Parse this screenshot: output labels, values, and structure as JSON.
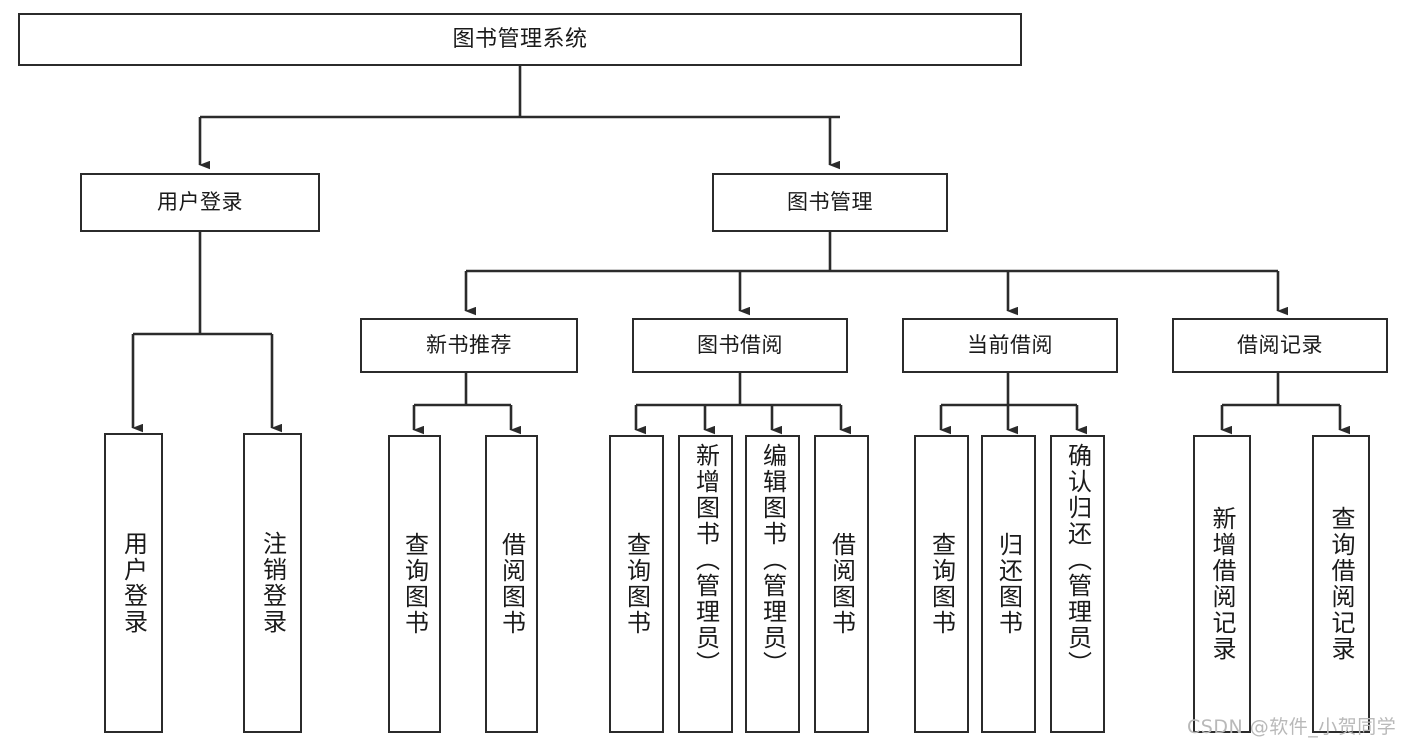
{
  "diagram": {
    "type": "tree",
    "title": "图书管理系统",
    "watermark": "CSDN @软件_小贺同学",
    "style": {
      "stroke": "#2b2b2b",
      "fill": "#ffffff",
      "text": "#1a1a1a",
      "watermark_color": "#b9b9b9"
    },
    "root": {
      "label": "图书管理系统"
    },
    "level2": [
      {
        "label": "用户登录"
      },
      {
        "label": "图书管理"
      }
    ],
    "level3": [
      {
        "label": "新书推荐"
      },
      {
        "label": "图书借阅"
      },
      {
        "label": "当前借阅"
      },
      {
        "label": "借阅记录"
      }
    ],
    "leaves": {
      "user_login": [
        {
          "label": "用户登录"
        },
        {
          "label": "注销登录"
        }
      ],
      "new_book": [
        {
          "label": "查询图书"
        },
        {
          "label": "借阅图书"
        }
      ],
      "borrow": [
        {
          "label": "查询图书"
        },
        {
          "label": "新增图书（管理员）"
        },
        {
          "label": "编辑图书（管理员）"
        },
        {
          "label": "借阅图书"
        }
      ],
      "current": [
        {
          "label": "查询图书"
        },
        {
          "label": "归还图书"
        },
        {
          "label": "确认归还（管理员）"
        }
      ],
      "records": [
        {
          "label": "新增借阅记录"
        },
        {
          "label": "查询借阅记录"
        }
      ]
    }
  }
}
